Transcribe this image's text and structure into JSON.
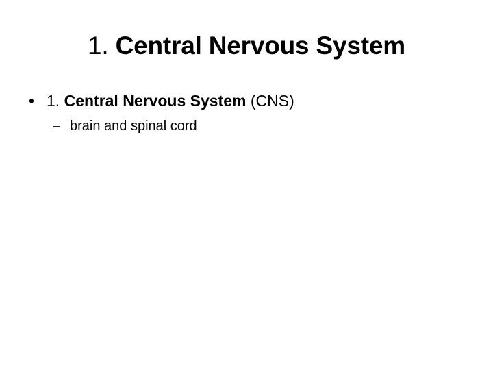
{
  "slide": {
    "background_color": "#ffffff",
    "text_color": "#000000",
    "title": {
      "number": "1.",
      "main": "Central Nervous System",
      "full": "1. Central Nervous System"
    },
    "body": {
      "bullets": [
        {
          "level": 1,
          "marker": "•",
          "number": "1.",
          "strong": "Central Nervous System",
          "tail": "(CNS)",
          "full": "1. Central Nervous System (CNS)"
        },
        {
          "level": 2,
          "marker": "–",
          "text": "brain and spinal cord",
          "full": "– brain and spinal cord"
        }
      ]
    }
  }
}
